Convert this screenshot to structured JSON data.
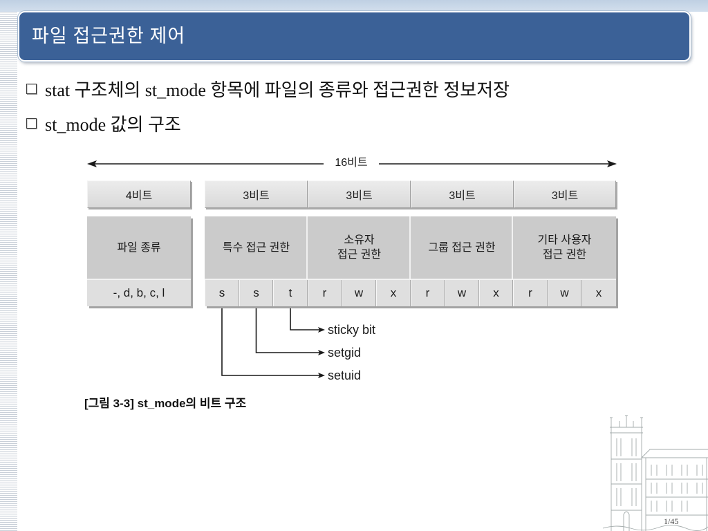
{
  "slide": {
    "title": "파일 접근권한 제어",
    "bullets": [
      "stat 구조체의 st_mode 항목에 파일의 종류와 접근권한 정보저장",
      "st_mode 값의 구조"
    ],
    "page_number": "1/45"
  },
  "diagram": {
    "total_label": "16비트",
    "field_sizes": [
      "4비트",
      "3비트",
      "3비트",
      "3비트",
      "3비트"
    ],
    "file_type": {
      "label": "파일 종류",
      "values": "-, d, b, c, l"
    },
    "groups": [
      {
        "label_lines": [
          "특수 접근 권한"
        ],
        "bits": [
          "s",
          "s",
          "t"
        ]
      },
      {
        "label_lines": [
          "소유자",
          "접근 권한"
        ],
        "bits": [
          "r",
          "w",
          "x"
        ]
      },
      {
        "label_lines": [
          "그룹 접근 권한"
        ],
        "bits": [
          "r",
          "w",
          "x"
        ]
      },
      {
        "label_lines": [
          "기타 사용자",
          "접근 권한"
        ],
        "bits": [
          "r",
          "w",
          "x"
        ]
      }
    ],
    "callouts": [
      "sticky bit",
      "setgid",
      "setuid"
    ],
    "caption": "[그림 3-3] st_mode의 비트 구조"
  },
  "colors": {
    "title_bar": "#3b6197",
    "top_band": "#bfd0e3",
    "header_box": "#e2e2e2",
    "label_cell": "#cbcbcb",
    "value_cell": "#dfdfdf"
  }
}
